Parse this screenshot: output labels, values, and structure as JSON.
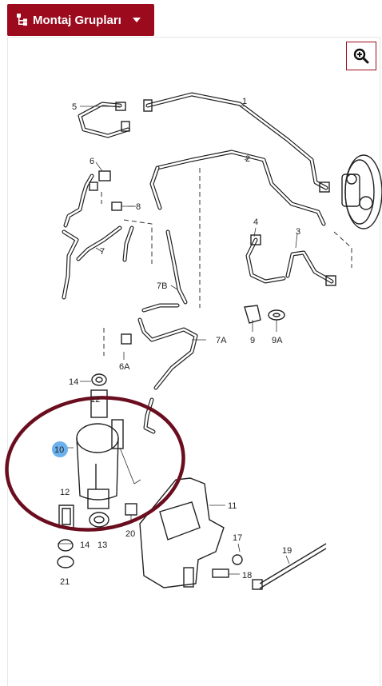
{
  "header": {
    "title": "Montaj Grupları",
    "accent_color": "#9c0b1d",
    "icon": "tree-icon",
    "dropdown_icon": "caret-down-icon"
  },
  "toolbar": {
    "zoom_icon": "zoom-in-icon"
  },
  "diagram": {
    "labels": {
      "p1": "1",
      "p2": "2",
      "p3": "3",
      "p4": "4",
      "p5": "5",
      "p6": "6",
      "p6a": "6A",
      "p7": "7",
      "p7a": "7A",
      "p7b": "7B",
      "p8": "8",
      "p9": "9",
      "p9a": "9A",
      "p10": "10",
      "p11": "11",
      "p12a": "12",
      "p12b": "12",
      "p13": "13",
      "p14a": "14",
      "p14b": "14",
      "p17": "17",
      "p18": "18",
      "p19": "19",
      "p20": "20",
      "p21": "21"
    },
    "highlight_color": "#6a0d1e",
    "marker_color": "#6bb1ee"
  }
}
